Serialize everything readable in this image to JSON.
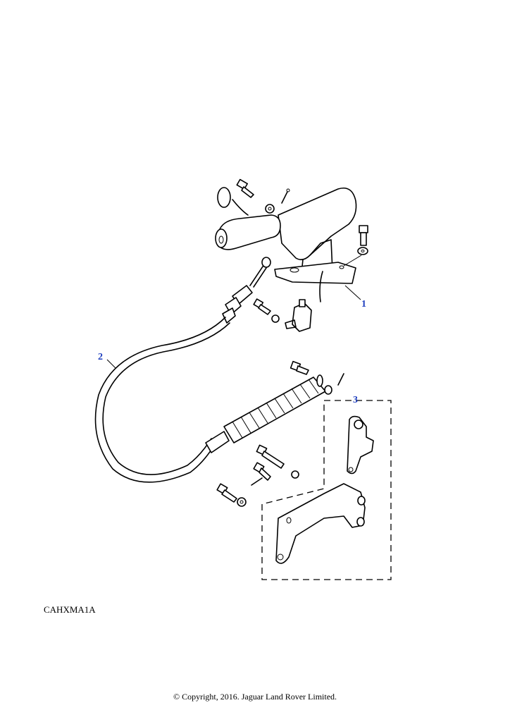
{
  "callouts": {
    "handbrake_lever": "1",
    "cable": "2",
    "bracket_assembly": "3"
  },
  "diagram_code": "CAHXMA1A",
  "copyright": "© Copyright, 2016. Jaguar Land Rover Limited.",
  "colors": {
    "callout": "#1f3fbf",
    "line": "#000000",
    "background": "#ffffff"
  }
}
